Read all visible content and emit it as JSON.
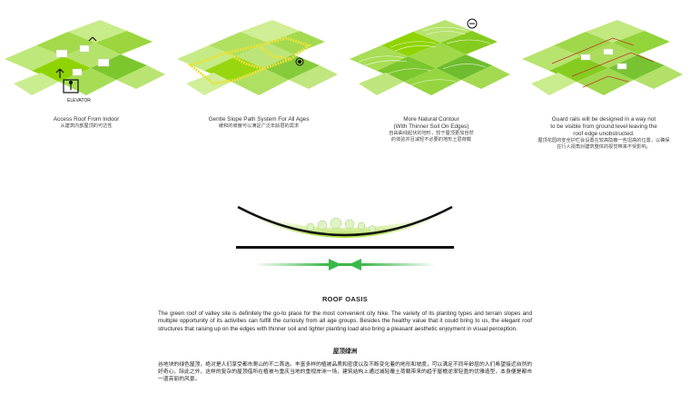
{
  "panels": [
    {
      "title": "Access Roof From Indoor",
      "subtitle": "从建筑内部屋顶的可达性",
      "label": "ELEVATOR",
      "accent": "#111111"
    },
    {
      "title": "Gentle Slope Path System For All Ages",
      "subtitle": "缓和的坡度可以满足广泛年龄层的需求",
      "path_color": "#e8e23a"
    },
    {
      "title": "More Natural Contour\n(With Thinner Soil On Edges)",
      "subtitle": "自由曲线起伏的地形，较于屋顶更加自然\n的体验并且减轻不必要的地形土层荷载",
      "contour_color": "#ffffff"
    },
    {
      "title": "Guard rails will be designed in a way not\nto be visible from ground level leaving the\nroof edge unobstructed.",
      "subtitle": "屋顶花园的安全护栏会设置在较高隐蔽一些坦高的位置，以确保\n在行人视角对建筑整体的视觉带来不受影响。",
      "rail_color": "#c0392b"
    }
  ],
  "colors": {
    "grass_light": "#e6f5b0",
    "grass": "#8fd400",
    "grass_dark": "#4caf50",
    "arrow": "#3cb84a",
    "slab": "#111111"
  },
  "oasis": {
    "title": "ROOF OASIS",
    "body_en": "The green roof of valley site is definitely the go-to place for the most convenient city hike. The variety of its planting types and terrain slopes and multiple opportunity of its activities can fulfill the curiosity from all age groups. Besides the healthy value that it could bring to us, the elegant roof structures that raising up on the edges with thinner soil and lighter planting load also bring a pleasant aesthetic enjoyment in visual perception.",
    "title_zh": "屋顶绿洲",
    "body_zh": "谷地块的绿色屋顶，绝对是人们享受都市爬山的不二首选。丰富多样的植被品质和密度以及不断变化着的地形和坡度，可以满足不同年龄层的人们希望接近自然的好奇心。除此之外，这样的复杂的屋顶借所在植被与重庆当地的重视岸洲一场，建筑结构上通过减轻覆土荷载带来的趋于屋檐逆渐轻盈的优雅造型，本身便是都市一道亮丽的风景。"
  }
}
